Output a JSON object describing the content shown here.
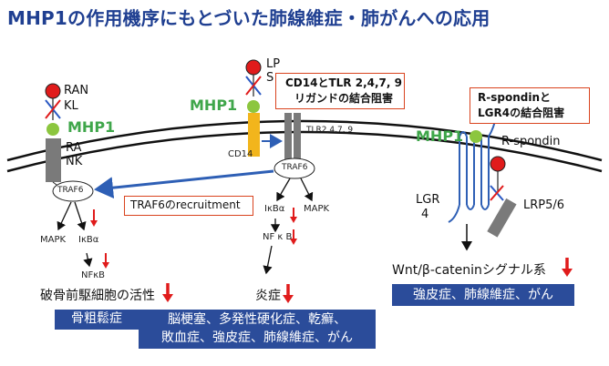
{
  "title": "MHP1の作用機序にもとづいた肺線維症・肺がんへの応用",
  "left": {
    "ran": "RAN",
    "kl": "KL",
    "mhp1": "MHP1",
    "rank_line1": "RA",
    "rank_line2": "NK",
    "traf6": "TRAF6",
    "mapk": "MAPK",
    "ikba": "IκBα",
    "nfkb": "NFκB",
    "activity": "破骨前駆細胞の活性",
    "disease": "骨粗鬆症"
  },
  "middle": {
    "lps_line1": "LP",
    "lps_line2": "S",
    "mhp1": "MHP1",
    "cd14": "CD14",
    "tlr": "TLR2,4,7, 9",
    "traf6": "TRAF6",
    "recruitment": "TRAF6のrecruitment",
    "ikba": "IκBα",
    "mapk": "MAPK",
    "nfkb": "NF κ B",
    "inhibition_line1": "CD14とTLR 2,4,7, 9",
    "inhibition_line2": "リガンドの結合阻害",
    "inflammation": "炎症",
    "disease_line1": "脳梗塞、多発性硬化症、乾癬、",
    "disease_line2": "敗血症、強皮症、肺線維症、がん"
  },
  "right": {
    "inhibition_line1": "R-spondinと",
    "inhibition_line2": "LGR4の結合阻害",
    "mhp1": "MHP1",
    "rspondin": "R-spondin",
    "lgr4_line1": "LGR",
    "lgr4_line2": "4",
    "lrp": "LRP5/6",
    "wnt": "Wnt/β-cateninシグナル系",
    "disease": "強皮症、肺線維症、がん"
  },
  "colors": {
    "title": "#1f3f91",
    "mhp1_text": "#3fa64a",
    "mhp1_dot": "#8cc63f",
    "ligand_red": "#e01b1b",
    "down_arrow": "#e01b1b",
    "receptor_gray": "#7a7a7a",
    "cd14_yellow": "#f2b51c",
    "blue_arrow": "#2e5fb5",
    "disease_box": "#2b4c9a",
    "inhibition_border": "#d9431e"
  }
}
